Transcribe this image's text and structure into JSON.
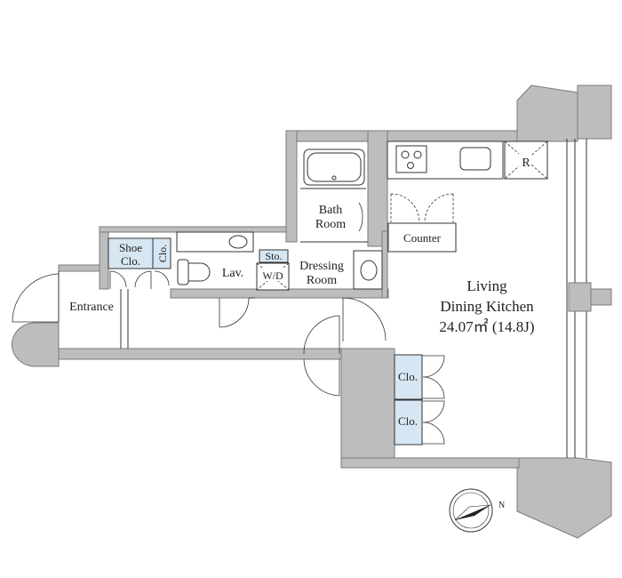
{
  "rooms": {
    "ldk_line1": "Living",
    "ldk_line2": "Dining Kitchen",
    "ldk_area": "24.07㎡ (14.8J)",
    "bath_line1": "Bath",
    "bath_line2": "Room",
    "dressing_line1": "Dressing",
    "dressing_line2": "Room",
    "lav": "Lav.",
    "entrance": "Entrance",
    "shoe_line1": "Shoe",
    "shoe_line2": "Clo.",
    "clo_small": "Clo.",
    "storage": "Sto.",
    "washer": "W/D",
    "counter": "Counter",
    "fridge": "R",
    "clo_upper": "Clo.",
    "clo_lower": "Clo."
  },
  "compass": {
    "north_label": "N"
  },
  "colors": {
    "wall": "#bdbdbd",
    "closet": "#d6e6f2",
    "line": "#333333"
  }
}
